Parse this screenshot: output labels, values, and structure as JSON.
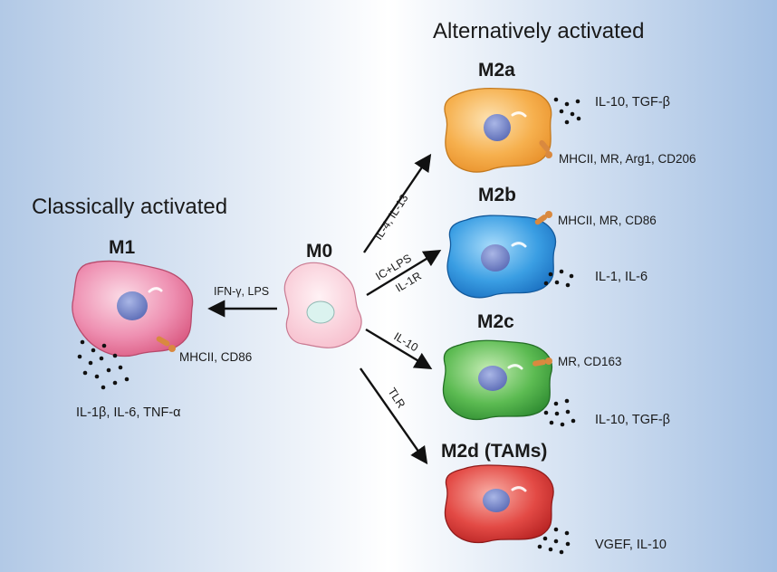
{
  "headings": {
    "alternative": "Alternatively activated",
    "classical": "Classically activated"
  },
  "m0": {
    "name": "M0"
  },
  "m1": {
    "name": "M1",
    "arrow_label": "IFN-γ, LPS",
    "markers": "MHCII, CD86",
    "cytokines": "IL-1β, IL-6, TNF-α",
    "color": "#e8779c"
  },
  "m2a": {
    "name": "M2a",
    "arrow_label": "IL-4, IL-13",
    "cytokines": "IL-10, TGF-β",
    "markers": "MHCII, MR, Arg1, CD206",
    "color": "#f2a33c"
  },
  "m2b": {
    "name": "M2b",
    "arrow_label_1": "IC+LPS",
    "arrow_label_2": "IL-1R",
    "markers": "MHCII, MR, CD86",
    "cytokines": "IL-1, IL-6",
    "color": "#2b8fd9"
  },
  "m2c": {
    "name": "M2c",
    "arrow_label": "IL-10",
    "markers": "MR, CD163",
    "cytokines": "IL-10, TGF-β",
    "color": "#4cae45"
  },
  "m2d": {
    "name": "M2d (TAMs)",
    "arrow_label": "TLR",
    "cytokines": "VGEF, IL-10",
    "color": "#dc3b3b"
  }
}
